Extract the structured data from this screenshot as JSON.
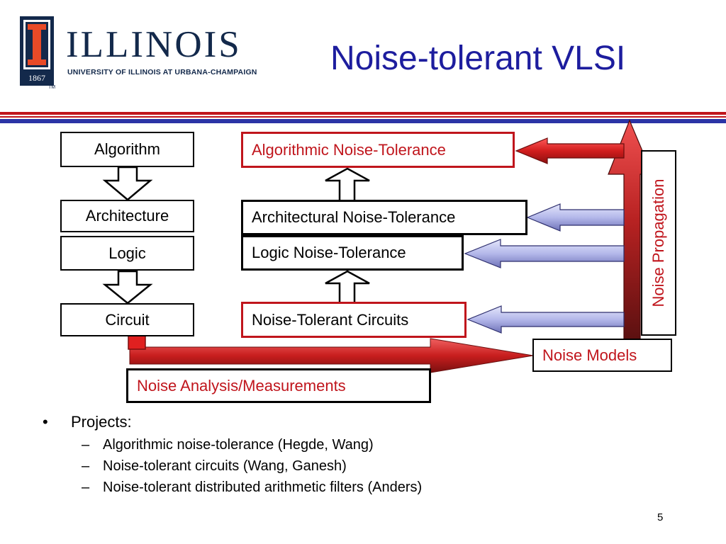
{
  "header": {
    "university_name": "ILLINOIS",
    "university_subtitle": "UNIVERSITY OF ILLINOIS AT URBANA-CHAMPAIGN",
    "logo_year": "1867",
    "trademark": "TM",
    "title": "Noise-tolerant VLSI"
  },
  "colors": {
    "title_blue": "#1d1d9e",
    "rule_red": "#c0151c",
    "rule_blue": "#2b34a6",
    "illinois_navy": "#13294b",
    "illinois_orange": "#e84a27"
  },
  "diagram": {
    "left_boxes": [
      "Algorithm",
      "Architecture",
      "Logic",
      "Circuit"
    ],
    "right_boxes": {
      "algorithmic": "Algorithmic Noise-Tolerance",
      "architectural": "Architectural Noise-Tolerance",
      "logic": "Logic Noise-Tolerance",
      "circuits": "Noise-Tolerant Circuits"
    },
    "noise_models": "Noise Models",
    "noise_analysis": "Noise Analysis/Measurements",
    "noise_propagation": "Noise Propagation"
  },
  "bullets": {
    "heading": "Projects:",
    "items": [
      "Algorithmic noise-tolerance (Hegde, Wang)",
      "Noise-tolerant circuits (Wang, Ganesh)",
      "Noise-tolerant distributed arithmetic filters (Anders)"
    ]
  },
  "page_number": "5"
}
